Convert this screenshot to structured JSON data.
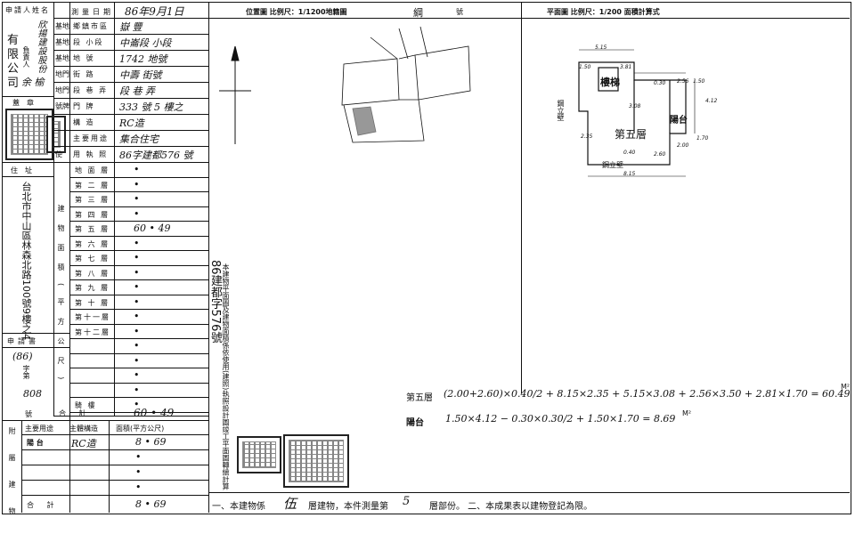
{
  "left_table": {
    "applicant_label": "申請人姓名",
    "applicant_name": [
      "有",
      "限",
      "公",
      "司"
    ],
    "applicant_name_top": "欣揚建設股份",
    "representative_label": "負責人",
    "representative_name": "余 榆",
    "stamp_label": "蓋章",
    "address_label": "住址",
    "address_value": "台北市中山區林森北路100號9樓之4",
    "application_doc_label": "申請書",
    "app_year": "(86)",
    "app_word": "字第",
    "app_no": "808",
    "app_hao": "號",
    "survey_date_label": "測量日期",
    "survey_date_value": "86年9月1日",
    "rows": [
      {
        "group": "基地",
        "label": "鄉鎮市區",
        "value": "嶽 豐"
      },
      {
        "group": "基地",
        "label": "段 小段",
        "value": "中崙段 小段"
      },
      {
        "group": "基地",
        "label": "地 號",
        "value": "1742 地號"
      },
      {
        "group": "地門",
        "label": "街 路",
        "value": "中壽 街號"
      },
      {
        "group": "地門",
        "label": "段 巷 弄",
        "value": "段 巷 弄"
      },
      {
        "group": "號牌",
        "label": "門 牌",
        "value": "333 號 5 樓之"
      },
      {
        "group": "",
        "label": "構 造",
        "value": "RC造"
      },
      {
        "group": "",
        "label": "主要用途",
        "value": "集合住宅"
      },
      {
        "group": "使",
        "label": "用 執 照",
        "value": "86字建都576 號"
      }
    ],
    "floors_group_label": "建物面積(平方公尺)",
    "floors": [
      {
        "label": "地 面 層",
        "value": "•"
      },
      {
        "label": "第 二 層",
        "value": "•"
      },
      {
        "label": "第 三 層",
        "value": "•"
      },
      {
        "label": "第 四 層",
        "value": "•"
      },
      {
        "label": "第 五 層",
        "value": "60 • 49"
      },
      {
        "label": "第 六 層",
        "value": "•"
      },
      {
        "label": "第 七 層",
        "value": "•"
      },
      {
        "label": "第 八 層",
        "value": "•"
      },
      {
        "label": "第 九 層",
        "value": "•"
      },
      {
        "label": "第 十 層",
        "value": "•"
      },
      {
        "label": "第十一層",
        "value": "•"
      },
      {
        "label": "第十二層",
        "value": "•"
      },
      {
        "label": "",
        "value": "•"
      },
      {
        "label": "",
        "value": "•"
      },
      {
        "label": "",
        "value": "•"
      },
      {
        "label": "",
        "value": "•"
      },
      {
        "label": "騎 樓",
        "value": "•"
      }
    ],
    "total_label": "合 計",
    "total_value": "60 • 49",
    "annex_group": "附屬建物",
    "annex_headers": [
      "主要用途",
      "主體構造",
      "面積(平方公尺)"
    ],
    "annex_rows": [
      {
        "use": "陽 台",
        "structure": "RC造",
        "area": "8 • 69"
      },
      {
        "use": "",
        "structure": "",
        "area": "•"
      },
      {
        "use": "",
        "structure": "",
        "area": "•"
      },
      {
        "use": "",
        "structure": "",
        "area": "•"
      }
    ],
    "annex_total_label": "合 計",
    "annex_total_value": "8 • 69"
  },
  "location_map": {
    "header": "位置圖 比例尺：1/1200地籍圖",
    "sheet_label": "綱",
    "sheet_no_label": "號"
  },
  "floor_plan": {
    "header": "平面圖 比例尺：1/200 面積計算式",
    "room_main": "第五層",
    "room_stair": "樓梯",
    "room_balcony": "陽台",
    "wall_top": "鋼立壁",
    "wall_left": "鋼立壁",
    "dims": [
      "5.15",
      "1.50",
      "3.81",
      "0.30",
      "2.56",
      "1.50",
      "4.12",
      "2.35",
      "3.08",
      "0.40",
      "2.60",
      "2.00",
      "8.15",
      "1.70"
    ]
  },
  "permit_note": {
    "number": "86建都字576號",
    "text": "本建物平面圖及建物面積係依使用(建照)執照設計圖竣工平面圖轉繪計算"
  },
  "calculations": {
    "fifth_floor_label": "第五層",
    "fifth_floor_formula": "(2.00+2.60)×0.40/2 + 8.15×2.35 + 5.15×3.08 + 2.56×3.50 + 2.81×1.70 = 60.49",
    "fifth_floor_unit": "M²",
    "balcony_label": "陽台",
    "balcony_formula": "1.50×4.12 − 0.30×0.30/2 + 1.50×1.70 = 8.69",
    "balcony_unit": "M²"
  },
  "footer": {
    "text_a": "一、本建物係",
    "floors_total": "伍",
    "text_b": "層建物，本件測量第",
    "measured_floor": "5",
    "text_c": "層部份。 二、本成果表以建物登記為限。"
  }
}
